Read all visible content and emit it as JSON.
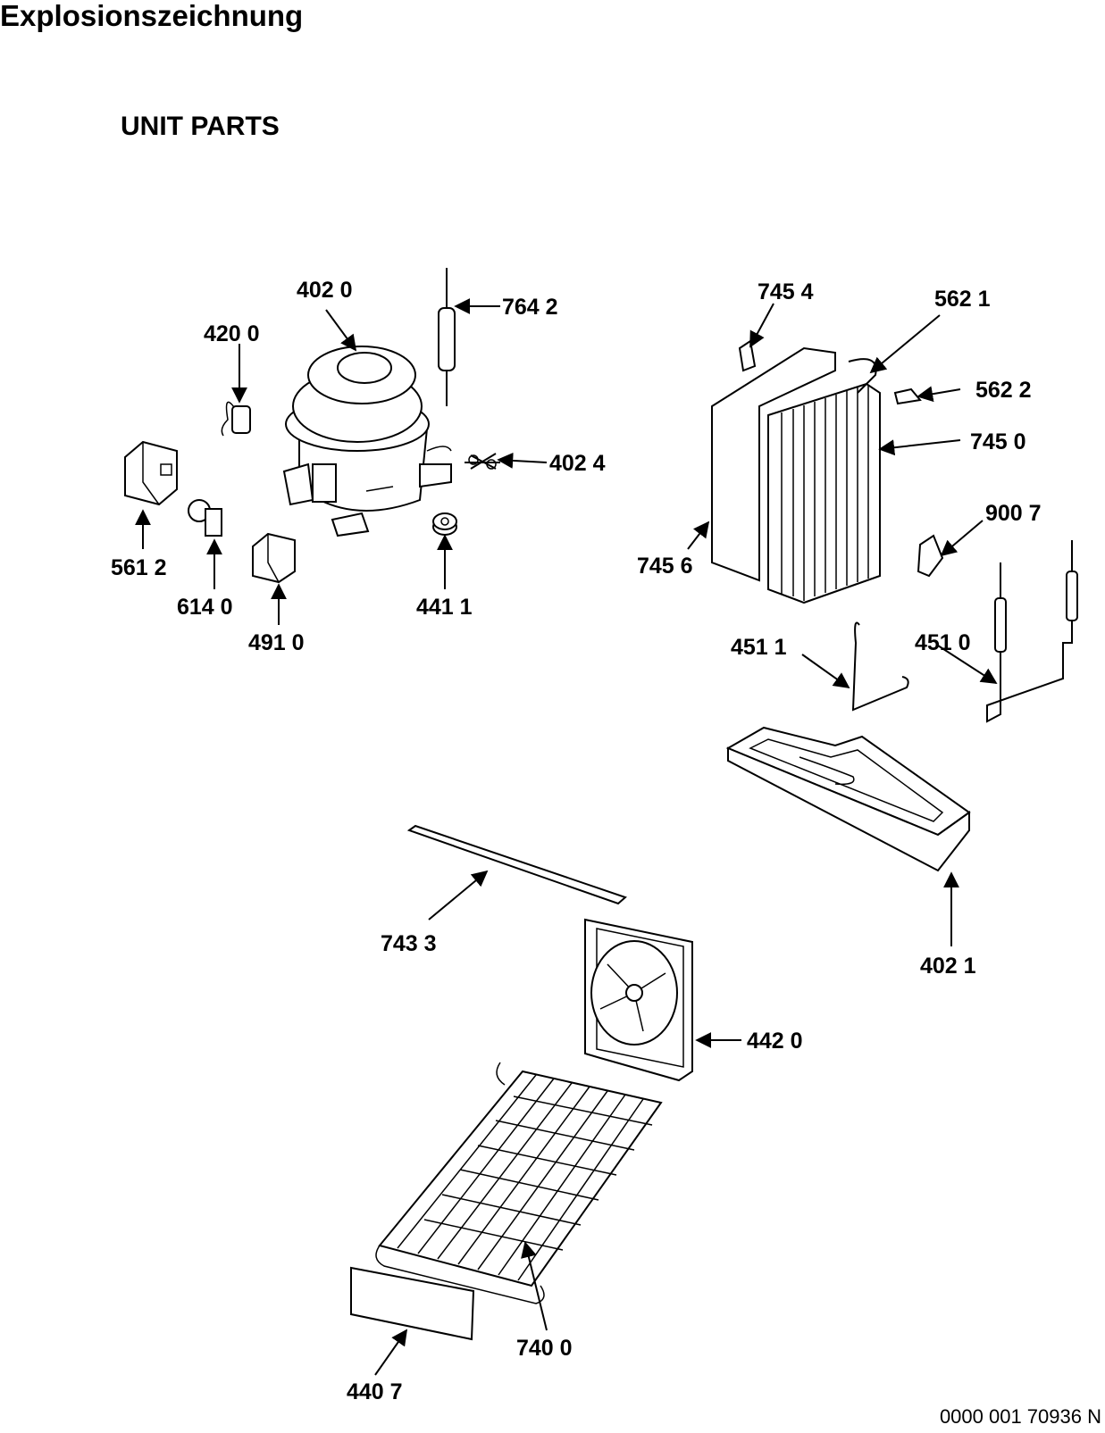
{
  "page": {
    "title": "Explosionszeichnung",
    "subtitle": "UNIT PARTS",
    "doc_number": "0000 001 70936 N"
  },
  "parts": [
    {
      "id": "p4020",
      "label": "402 0"
    },
    {
      "id": "p7642",
      "label": "764 2"
    },
    {
      "id": "p4200",
      "label": "420 0"
    },
    {
      "id": "p4024",
      "label": "402 4"
    },
    {
      "id": "p5612",
      "label": "561 2"
    },
    {
      "id": "p6140",
      "label": "614 0"
    },
    {
      "id": "p4910",
      "label": "491 0"
    },
    {
      "id": "p4411",
      "label": "441 1"
    },
    {
      "id": "p7454",
      "label": "745 4"
    },
    {
      "id": "p5621",
      "label": "562 1"
    },
    {
      "id": "p5622",
      "label": "562 2"
    },
    {
      "id": "p7450",
      "label": "745 0"
    },
    {
      "id": "p7456",
      "label": "745 6"
    },
    {
      "id": "p9007",
      "label": "900 7"
    },
    {
      "id": "p4511",
      "label": "451 1"
    },
    {
      "id": "p4510",
      "label": "451 0"
    },
    {
      "id": "p4021",
      "label": "402 1"
    },
    {
      "id": "p7433",
      "label": "743 3"
    },
    {
      "id": "p4420",
      "label": "442 0"
    },
    {
      "id": "p7400",
      "label": "740 0"
    },
    {
      "id": "p4407",
      "label": "440 7"
    }
  ]
}
